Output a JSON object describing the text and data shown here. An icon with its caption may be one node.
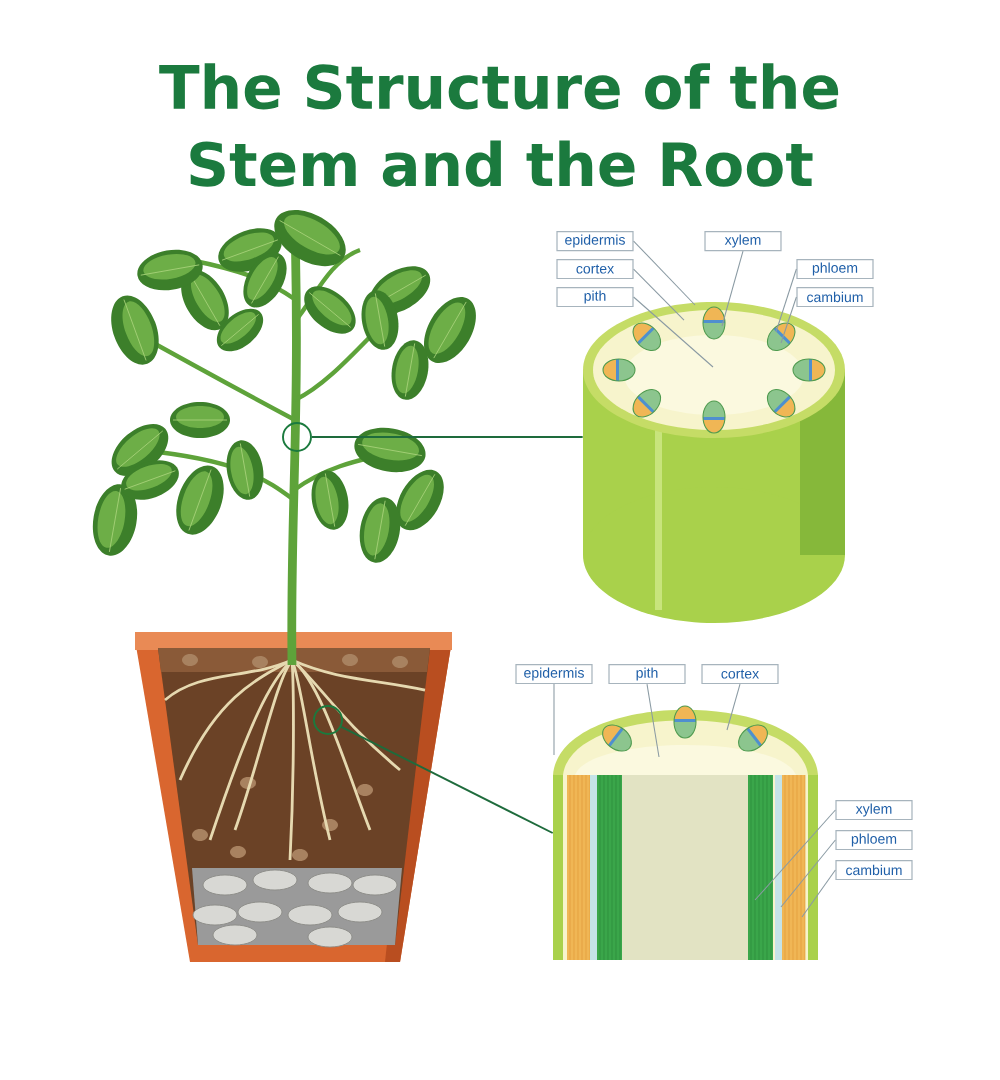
{
  "diagram": {
    "title": "The Structure of the Stem and the Root",
    "nodes": [
      {
        "text": [
          "epidermis"
        ]
      },
      {
        "text": [
          "xylem"
        ]
      },
      {
        "text": [
          "cortex"
        ]
      },
      {
        "text": [
          "phloem"
        ]
      },
      {
        "text": [
          "pith"
        ]
      },
      {
        "text": [
          "cambium"
        ]
      },
      {
        "text": [],
        "shape": "circle"
      },
      {
        "text": [],
        "shape": "picture"
      },
      {
        "text": [
          "epidermis"
        ]
      },
      {
        "text": [
          "pith"
        ]
      },
      {
        "text": [
          "cortex"
        ]
      },
      {
        "text": [
          "xylem"
        ]
      },
      {
        "text": [
          "phloem"
        ]
      },
      {
        "text": [
          "cambium"
        ]
      },
      {
        "text": [],
        "shape": "circle"
      },
      {
        "text": [],
        "shape": "picture"
      }
    ],
    "edges": [
      {
        "from": 6,
        "to": 7,
        "arrow": "none",
        "color": "#1e6b3c"
      },
      {
        "from": 0,
        "to": 7,
        "arrow": "none"
      },
      {
        "from": 1,
        "to": 7,
        "arrow": "none"
      },
      {
        "from": 2,
        "to": 7,
        "arrow": "none"
      },
      {
        "from": 3,
        "to": 7,
        "arrow": "none"
      },
      {
        "from": 4,
        "to": 7,
        "arrow": "none"
      },
      {
        "from": 5,
        "to": 7,
        "arrow": "none"
      },
      {
        "from": 14,
        "to": 15,
        "arrow": "none",
        "color": "#1e6b3c"
      },
      {
        "from": 8,
        "to": 15,
        "arrow": "none"
      },
      {
        "from": 9,
        "to": 15,
        "arrow": "none"
      },
      {
        "from": 10,
        "to": 15,
        "arrow": "none"
      },
      {
        "from": 11,
        "to": 15,
        "arrow": "none"
      },
      {
        "from": 12,
        "to": 15,
        "arrow": "none"
      },
      {
        "from": 13,
        "to": 15,
        "arrow": "none"
      }
    ]
  }
}
